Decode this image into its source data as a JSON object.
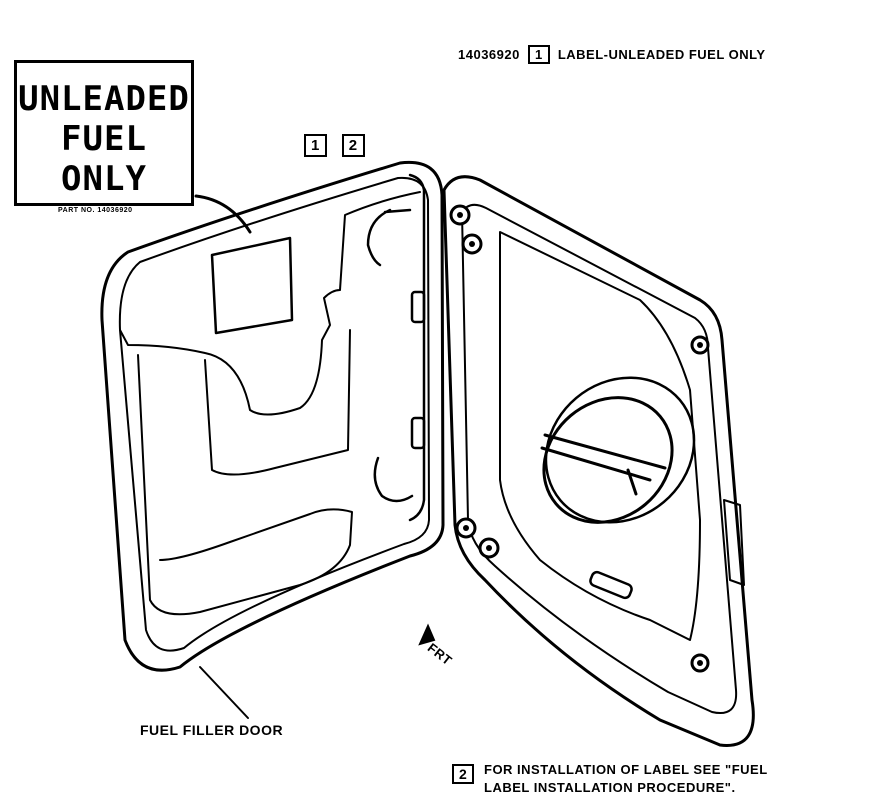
{
  "legend": {
    "part_number": "14036920",
    "item1_number": "1",
    "item1_text": "LABEL-UNLEADED FUEL ONLY"
  },
  "label": {
    "line1": "UNLEADED",
    "line2": "FUEL",
    "line3": "ONLY",
    "part_no_caption": "PART NO. 14036920"
  },
  "callouts": {
    "item1": "1",
    "item2": "2"
  },
  "component_caption": "FUEL FILLER DOOR",
  "direction_label": "FRT",
  "note": {
    "number": "2",
    "line1": "FOR INSTALLATION OF LABEL SEE \"FUEL",
    "line2": "LABEL INSTALLATION PROCEDURE\"."
  }
}
